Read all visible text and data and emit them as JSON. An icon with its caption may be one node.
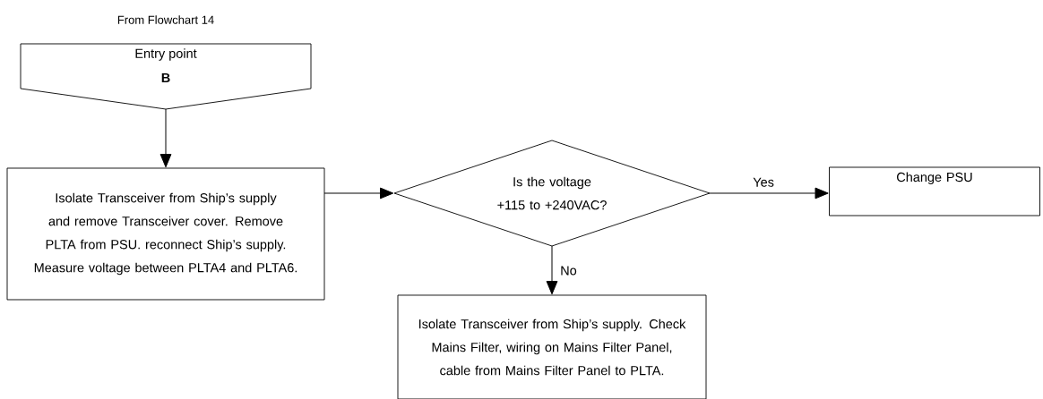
{
  "diagram": {
    "nodes": [
      {
        "text": [
          "From Flowchart 14",
          "Entry point",
          "B"
        ]
      },
      {
        "text": [
          "Isolate Transceiver from Ship’s supply and remove Transceiver cover. Remove PLTA from PSU. reconnect Ship’s supply. Measure voltage between PLTA4 and PLTA6."
        ]
      },
      {
        "text": [
          "Is the voltage +115 to +240VAC?"
        ]
      },
      {
        "text": [
          "Change PSU"
        ]
      },
      {
        "text": [
          "Isolate Transceiver from Ship’s supply. Check Mains Filter, wiring on Mains Filter Panel, cable from Mains Filter Panel to PLTA."
        ]
      }
    ],
    "edges": [
      {
        "from": 0,
        "to": 1,
        "arrow": "to"
      },
      {
        "from": 1,
        "to": 2,
        "arrow": "to"
      },
      {
        "from": 2,
        "to": 3,
        "arrow": "to",
        "label": "Yes"
      },
      {
        "from": 2,
        "to": 4,
        "arrow": "to",
        "label": "No"
      }
    ]
  }
}
